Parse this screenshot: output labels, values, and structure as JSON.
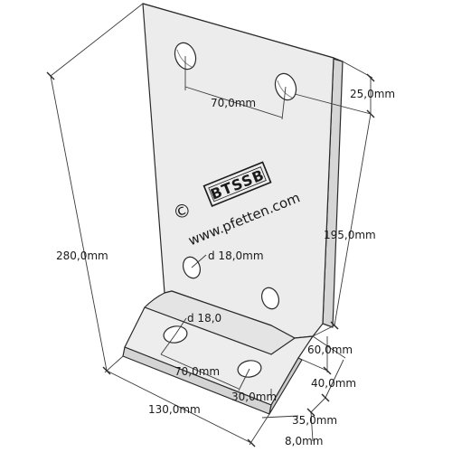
{
  "drawing": {
    "brand_text": "BTSSB",
    "copyright_symbol": "©",
    "website": "www.pfetten.com",
    "colors": {
      "plate_face": "#ececec",
      "plate_edge": "#d6d6d6",
      "line": "#2a2a2a",
      "hole": "#ffffff"
    }
  },
  "dimensions": {
    "height": "280,0mm",
    "width": "130,0mm",
    "upper_hole_spacing": "70,0mm",
    "upper_edge_offset": "25,0mm",
    "vertical_span": "195,0mm",
    "hole_diameter_upper": "d 18,0mm",
    "hole_diameter_lower": "d 18,0",
    "lower_hole_spacing": "70,0mm",
    "lower_edge_offset": "30,0mm",
    "dim_60": "60,0mm",
    "dim_40": "40,0mm",
    "dim_35": "35,0mm",
    "thickness": "8,0mm"
  }
}
